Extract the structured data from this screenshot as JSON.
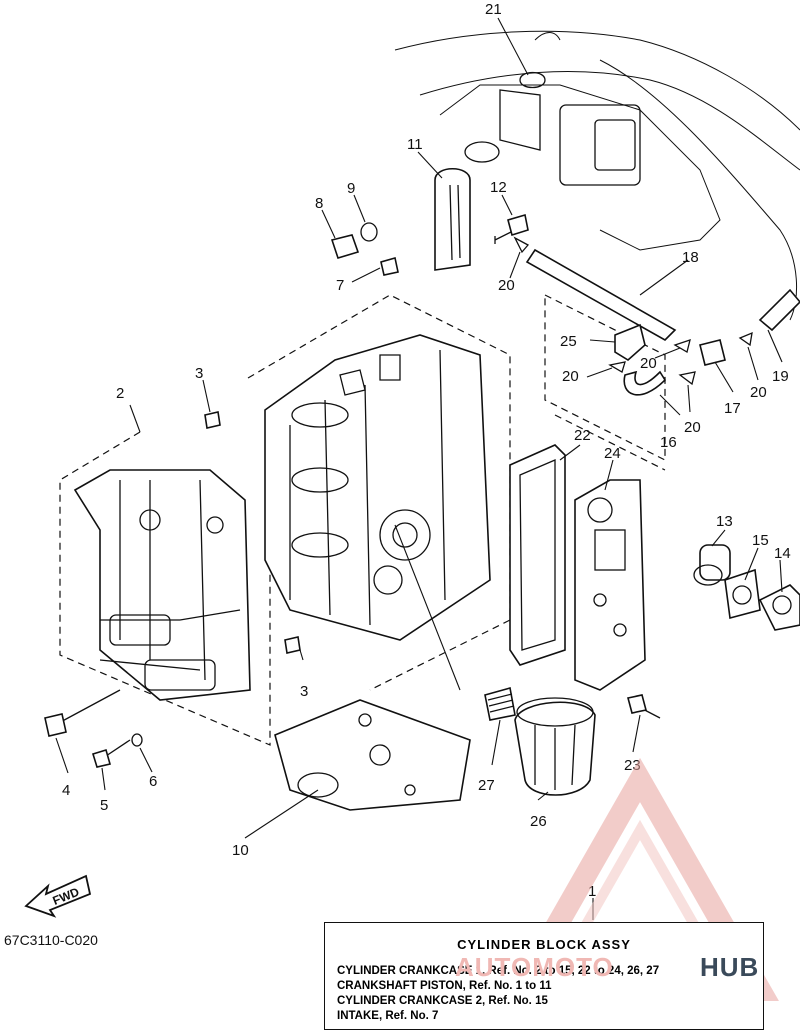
{
  "diagram_code": "67C3110-C020",
  "legend": {
    "title": "CYLINDER BLOCK ASSY",
    "lines": [
      "CYLINDER CRANKCASE 1, Ref. No. 2 to 15, 22 to 24, 26, 27",
      "CRANKSHAFT PISTON, Ref. No. 1 to 11",
      "CYLINDER CRANKCASE 2, Ref. No. 15",
      "INTAKE, Ref. No. 7"
    ]
  },
  "fwd_label": "FWD",
  "watermark": {
    "left": "AUTOMOTO",
    "right": "HUB",
    "color": "#f0b8b4"
  },
  "callouts": {
    "c1": "1",
    "c2": "2",
    "c3a": "3",
    "c3b": "3",
    "c4": "4",
    "c5": "5",
    "c6": "6",
    "c7": "7",
    "c8": "8",
    "c9": "9",
    "c10": "10",
    "c11": "11",
    "c12": "12",
    "c13": "13",
    "c14": "14",
    "c15": "15",
    "c16": "16",
    "c17": "17",
    "c18": "18",
    "c19": "19",
    "c20a": "20",
    "c20b": "20",
    "c20c": "20",
    "c20d": "20",
    "c20e": "20",
    "c21": "21",
    "c22": "22",
    "c23": "23",
    "c24": "24",
    "c25": "25",
    "c26": "26",
    "c27": "27"
  }
}
